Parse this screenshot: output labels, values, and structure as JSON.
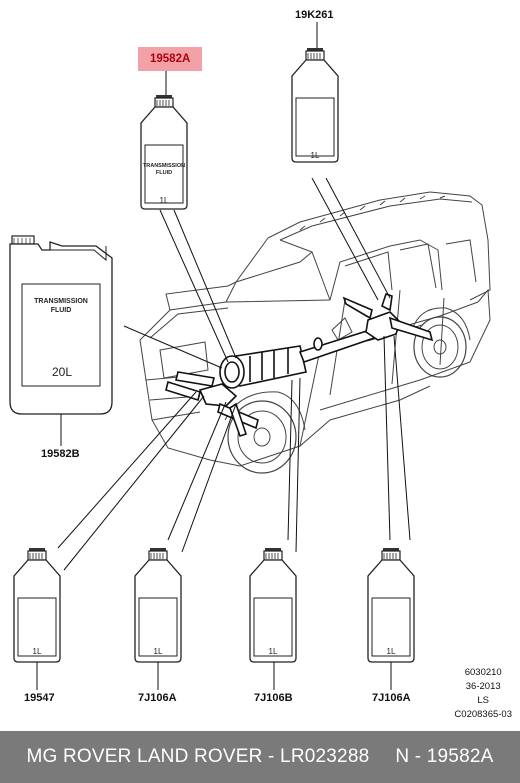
{
  "parts": {
    "top_right": "19K261",
    "highlighted": "19582A",
    "large_can": "19582B",
    "bottom_1": "19547",
    "bottom_2": "7J106A",
    "bottom_3": "7J106B",
    "bottom_4": "7J106A"
  },
  "containers": {
    "can_label_line1": "TRANSMISSION",
    "can_label_line2": "FLUID",
    "can_volume": "20L",
    "bottle_label_line1": "TRANSMISSION",
    "bottle_label_line2": "FLUID",
    "bottle_volume": "1L"
  },
  "meta": {
    "code": "6030210",
    "date": "36-2013",
    "ls": "LS",
    "ref": "C0208365-03"
  },
  "footer": {
    "left": "MG ROVER LAND ROVER - LR023288",
    "right": "N - 19582A"
  },
  "colors": {
    "highlight_bg": "#f2a2a6",
    "highlight_text": "#b00010",
    "footer_bg": "#7a7a7a"
  }
}
